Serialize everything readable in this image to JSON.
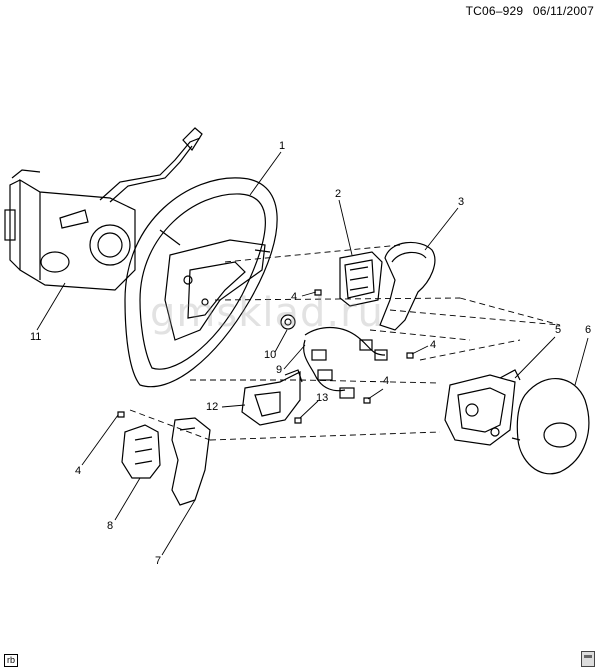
{
  "header": {
    "code": "TC06–929",
    "date": "06/11/2007"
  },
  "watermark": "gmsklad.ru",
  "corner_tag": "rb",
  "callouts": [
    {
      "id": "c1",
      "text": "1"
    },
    {
      "id": "c2",
      "text": "2"
    },
    {
      "id": "c3",
      "text": "3"
    },
    {
      "id": "c4a",
      "text": "4"
    },
    {
      "id": "c4b",
      "text": "4"
    },
    {
      "id": "c4c",
      "text": "4"
    },
    {
      "id": "c4d",
      "text": "4"
    },
    {
      "id": "c5",
      "text": "5"
    },
    {
      "id": "c6",
      "text": "6"
    },
    {
      "id": "c7",
      "text": "7"
    },
    {
      "id": "c8",
      "text": "8"
    },
    {
      "id": "c9",
      "text": "9"
    },
    {
      "id": "c10",
      "text": "10"
    },
    {
      "id": "c11",
      "text": "11"
    },
    {
      "id": "c12",
      "text": "12"
    },
    {
      "id": "c13",
      "text": "13"
    }
  ]
}
